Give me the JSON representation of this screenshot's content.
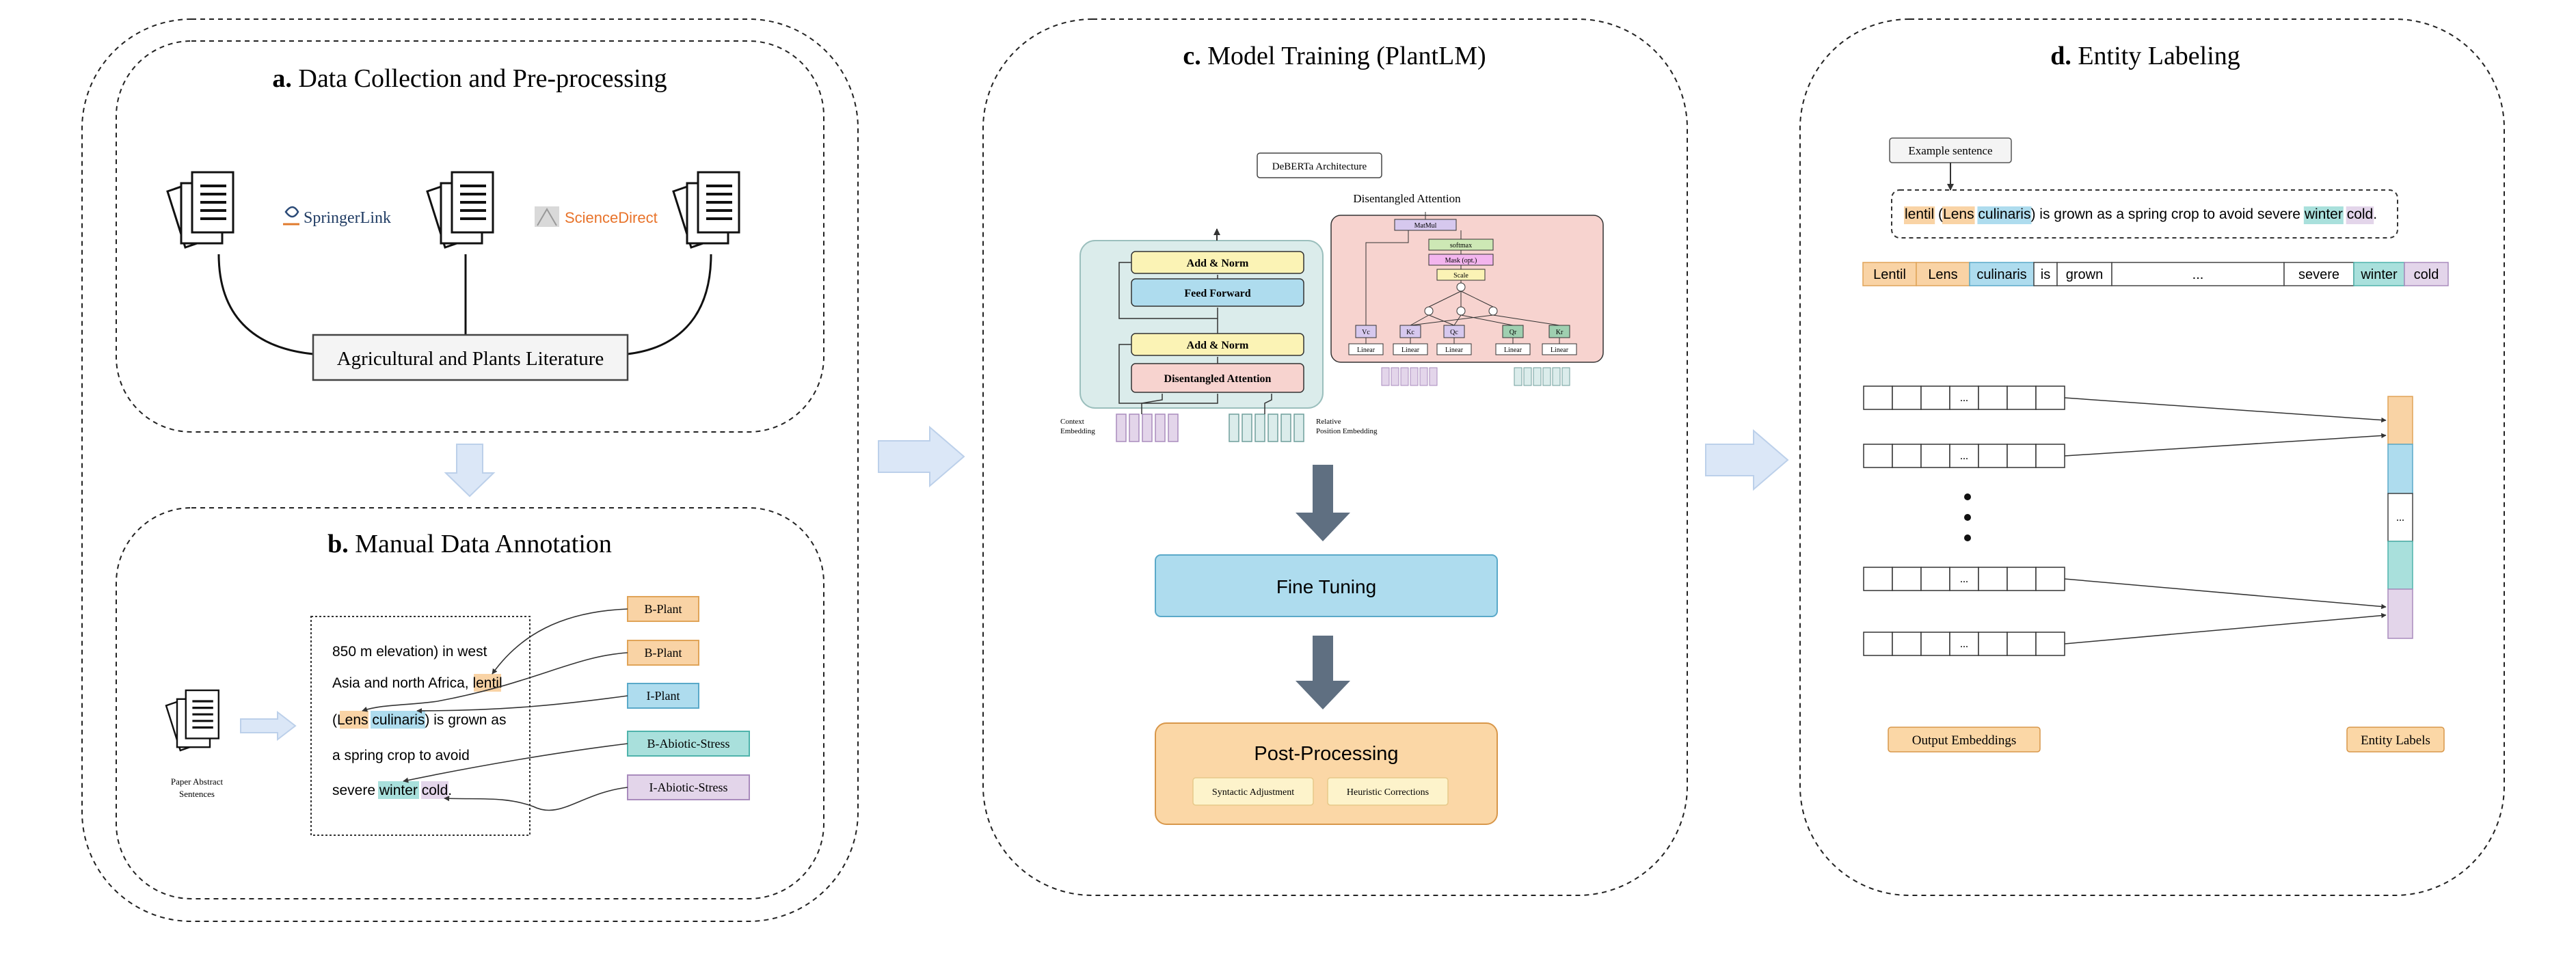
{
  "sections": {
    "a": {
      "letter": "a.",
      "title": "Data Collection and Pre-processing"
    },
    "b": {
      "letter": "b.",
      "title": "Manual Data Annotation"
    },
    "c": {
      "letter": "c.",
      "title": "Model Training (PlantLM)"
    },
    "d": {
      "letter": "d.",
      "title": "Entity Labeling"
    }
  },
  "collection": {
    "source_1": "SpringerLink",
    "source_2": "ScienceDirect",
    "literature_box": "Agricultural and Plants Literature"
  },
  "annotation": {
    "doc_caption_1": "Paper Abstract",
    "doc_caption_2": "Sentences",
    "text_line_1": "850 m elevation) in west",
    "text_line_2_pre": "Asia and north Africa, ",
    "text_line_2_hl": "lentil",
    "text_line_3_pre": "(",
    "text_line_3_hl1": "Lens",
    "text_line_3_hl2": "culinaris",
    "text_line_3_post": ") is grown as",
    "text_line_4": "a spring crop to avoid",
    "text_line_5_pre": "severe ",
    "text_line_5_hl1": "winter",
    "text_line_5_hl2": "cold",
    "text_line_5_post": ".",
    "labels": [
      "B-Plant",
      "B-Plant",
      "I-Plant",
      "B-Abiotic-Stress",
      "I-Abiotic-Stress"
    ]
  },
  "training": {
    "arch_label": "DeBERTa Architecture",
    "attn_title": "Disentangled Attention",
    "blocks": {
      "add_norm": "Add & Norm",
      "feed_forward": "Feed Forward",
      "disentangled": "Disentangled Attention"
    },
    "context_embedding_1": "Context",
    "context_embedding_2": "Embedding",
    "relative_embedding_1": "Relative",
    "relative_embedding_2": "Position Embedding",
    "attn_ops": {
      "matmul": "MatMul",
      "softmax": "softmax",
      "mask": "Mask (opt.)",
      "scale": "Scale",
      "linear": "Linear",
      "vc": "Vc",
      "kc": "Kc",
      "qc": "Qc",
      "qr": "Qr",
      "kr": "Kr"
    },
    "fine_tuning": "Fine Tuning",
    "post_processing": "Post-Processing",
    "post_steps": [
      "Syntactic Adjustment",
      "Heuristic Corrections"
    ]
  },
  "labeling": {
    "example_label": "Example sentence",
    "sentence_parts": [
      {
        "text": "lentil",
        "hl": "orange"
      },
      {
        "text": " (",
        "hl": ""
      },
      {
        "text": "Lens",
        "hl": "orange"
      },
      {
        "text": " ",
        "hl": ""
      },
      {
        "text": "culinaris",
        "hl": "blue"
      },
      {
        "text": ") is grown as a spring crop to avoid severe ",
        "hl": ""
      },
      {
        "text": "winter",
        "hl": "teal"
      },
      {
        "text": " ",
        "hl": ""
      },
      {
        "text": "cold",
        "hl": "purple"
      },
      {
        "text": ".",
        "hl": ""
      }
    ],
    "tokens": [
      "Lentil",
      "Lens",
      "culinaris",
      "is",
      "grown",
      "...",
      "severe",
      "winter",
      "cold"
    ],
    "embedding_ellipsis": "...",
    "label_ellipsis": "...",
    "output_embeddings": "Output Embeddings",
    "entity_labels": "Entity Labels"
  },
  "colors": {
    "orange": "#f9d3a5",
    "orange_border": "#e0a458",
    "blue": "#aedcee",
    "blue_border": "#5aa9c9",
    "teal": "#a9e0dc",
    "teal_border": "#4fb3ab",
    "purple": "#e3d5ea",
    "purple_border": "#a98bbd",
    "yellow": "#fbf3b5",
    "pink": "#f7d3cf",
    "mint": "#dbeceb",
    "arrow_fill": "#dbe7f7",
    "dark_arrow": "#5f6f81"
  }
}
